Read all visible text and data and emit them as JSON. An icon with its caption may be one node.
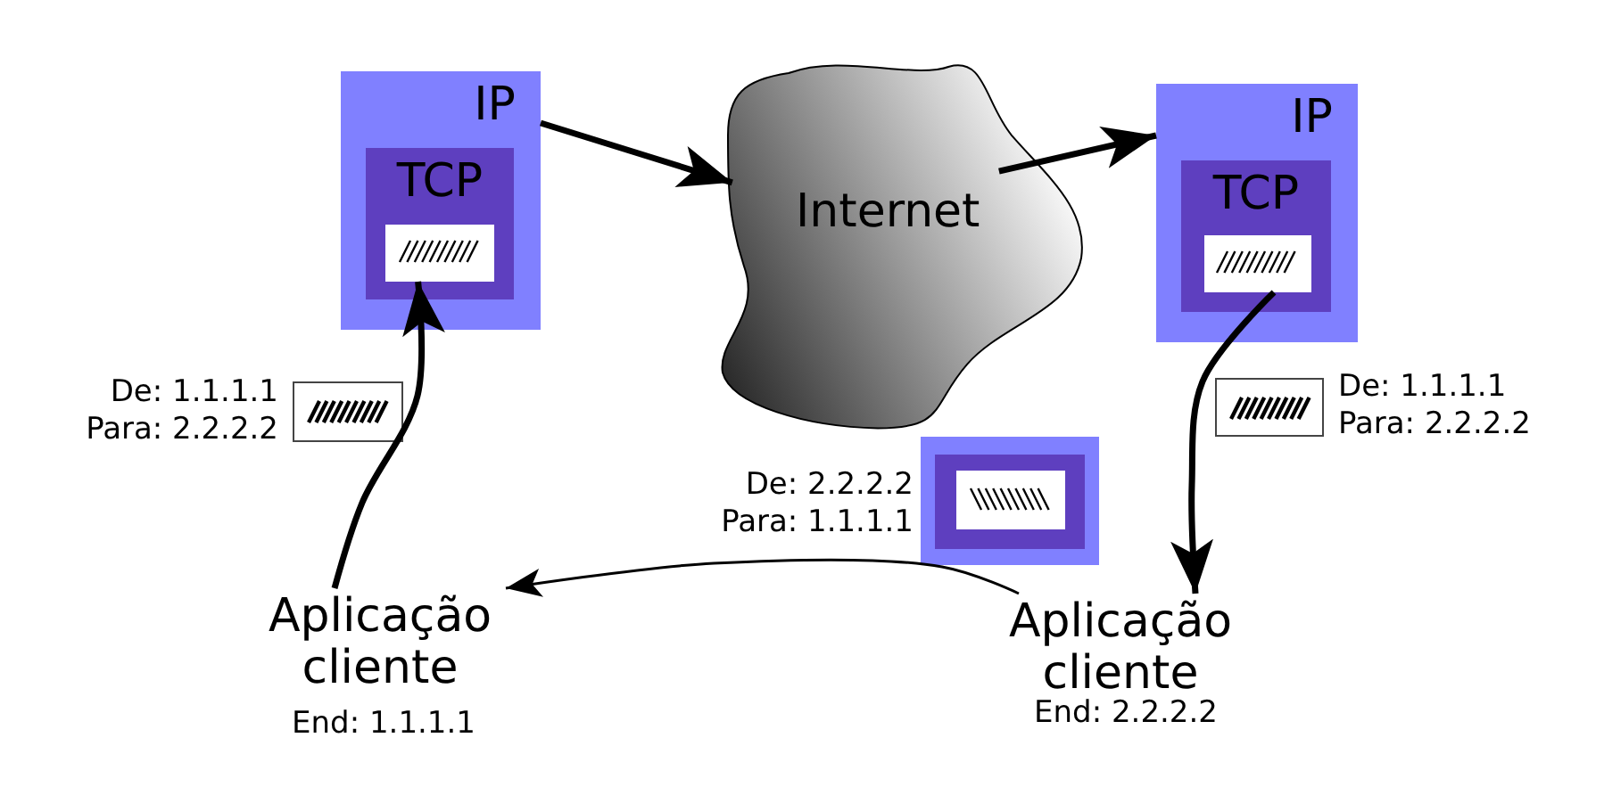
{
  "diagram": {
    "nodes": [
      {
        "text": [
          "IP"
        ]
      },
      {
        "text": [
          "TCP"
        ],
        "in": 0
      },
      {
        "text": [],
        "shape": "box",
        "in": 1
      },
      {
        "text": [
          "Internet"
        ]
      },
      {
        "text": [
          "IP"
        ]
      },
      {
        "text": [
          "TCP"
        ],
        "in": 4
      },
      {
        "text": [],
        "shape": "box",
        "in": 5
      },
      {
        "text": [
          "Aplicação cliente"
        ],
        "beside": [
          "End: 1.1.1.1"
        ]
      },
      {
        "text": [
          "Aplicação cliente"
        ],
        "beside": [
          "End: 2.2.2.2"
        ]
      },
      {
        "text": [],
        "shape": "box",
        "beside": [
          "De: 1.1.1.1",
          "Para: 2.2.2.2"
        ]
      },
      {
        "text": [],
        "shape": "box",
        "beside": [
          "De: 1.1.1.1",
          "Para: 2.2.2.2"
        ]
      },
      {
        "text": [],
        "shape": "box",
        "beside": [
          "De: 2.2.2.2",
          "Para: 1.1.1.1"
        ]
      },
      {
        "text": [],
        "shape": "box",
        "in": 11
      },
      {
        "text": [],
        "shape": "box",
        "in": 12
      }
    ],
    "edges": [
      {
        "from": 0,
        "to": 3,
        "arrow": "to"
      },
      {
        "from": 3,
        "to": 4,
        "arrow": "to"
      },
      {
        "from": 6,
        "to": 8,
        "arrow": "to"
      },
      {
        "from": 7,
        "to": 2,
        "arrow": "to"
      },
      {
        "from": 8,
        "to": 7,
        "arrow": "to"
      }
    ]
  }
}
